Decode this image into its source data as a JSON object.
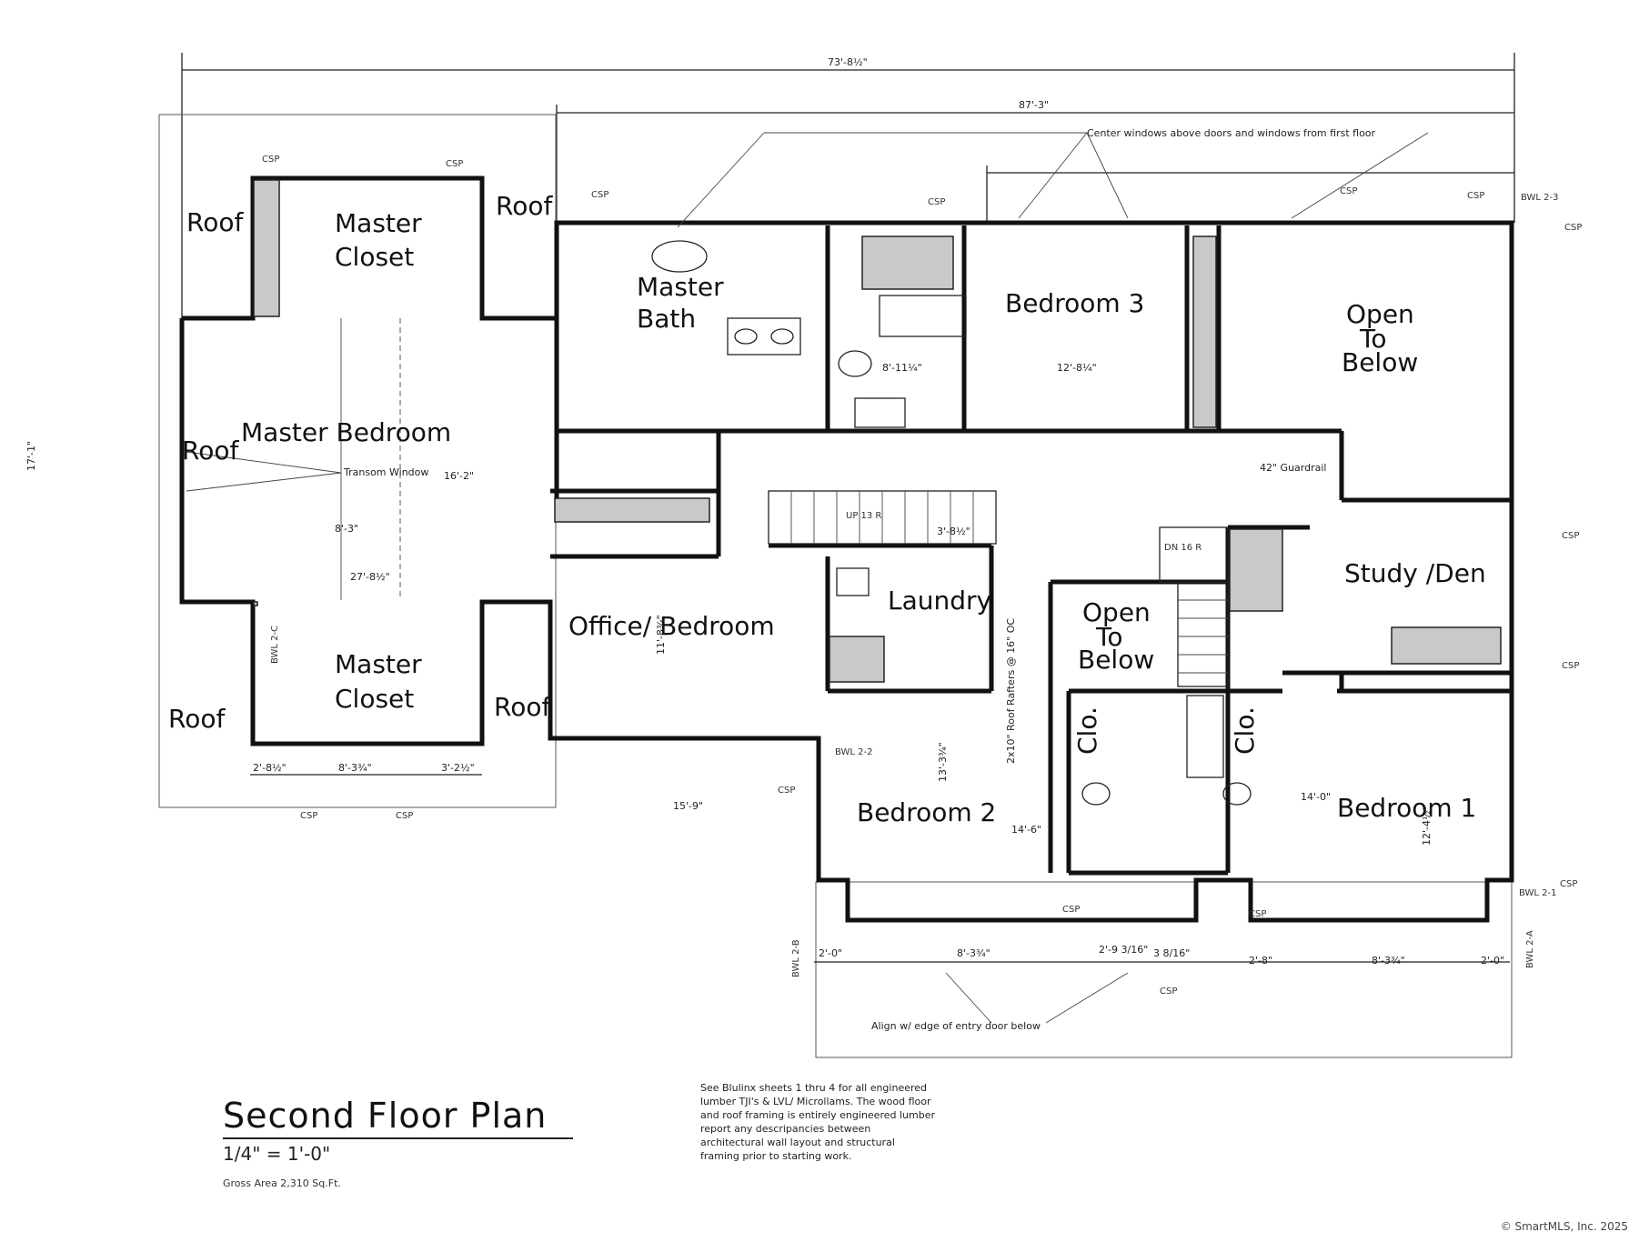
{
  "rooms": {
    "master_closet_top_1": "Master",
    "master_closet_top_2": "Closet",
    "master_bath_1": "Master",
    "master_bath_2": "Bath",
    "bedroom3": "Bedroom 3",
    "open_below_top_1": "Open",
    "open_below_top_2": "To",
    "open_below_top_3": "Below",
    "master_bedroom": "Master Bedroom",
    "office_bedroom": "Office/ Bedroom",
    "laundry": "Laundry",
    "open_below_mid_1": "Open",
    "open_below_mid_2": "To",
    "open_below_mid_3": "Below",
    "study_den": "Study /Den",
    "master_closet_bot_1": "Master",
    "master_closet_bot_2": "Closet",
    "bedroom2": "Bedroom 2",
    "bedroom1": "Bedroom 1",
    "clo_1": "Clo.",
    "clo_2": "Clo.",
    "roof": "Roof"
  },
  "dims": {
    "overall_width": "73'-8½\"",
    "upper_width": "87'-3\"",
    "left_height": "17'-1\"",
    "master_bed_width": "27'-8½\"",
    "master_bed_depth": "8'-3\"",
    "master_bed_h": "16'-2\"",
    "bedroom3_w": "12'-8¼\"",
    "office_d": "11'-8¾\"",
    "bed2_w": "14'-6\"",
    "bed2_d": "13'-3¾\"",
    "bed1_w": "14'-0\"",
    "bed1_d": "12'-4½\"",
    "bath_w": "8'-11¼\"",
    "stair_w": "3'-8½\"",
    "left_wing": "15'-9\"",
    "bot_1": "2'-0\"",
    "bot_2": "8'-3¾\"",
    "bot_3": "2'-9 3/16\"",
    "bot_4": "3 8/16\"",
    "bot_5": "2'-8\"",
    "bot_6": "8'-3¾\"",
    "bot_7": "2'-0\"",
    "closet_w": "8'-3¾\"",
    "closet_l": "2'-8½\"",
    "closet_r": "3'-2½\""
  },
  "labels": {
    "csp": "CSP",
    "guardrail": "42\" Guardrail",
    "transom": "Transom Window",
    "roof_rafters": "2x10\" Roof Rafters @ 16\" OC",
    "center_windows": "Center windows above doors and windows from first floor",
    "align": "Align w/ edge of entry door below",
    "bwl_23": "BWL 2-3",
    "bwl_22": "BWL 2-2",
    "bwl_21": "BWL 2-1",
    "bwl_2b": "BWL 2-B",
    "bwl_2a": "BWL 2-A",
    "bwl_2c": "BWL 2-C",
    "up": "UP 13 R",
    "dn": "DN 16 R"
  },
  "title": {
    "name": "Second Floor Plan",
    "scale": "1/4\" = 1'-0\"",
    "area": "Gross Area 2,310 Sq.Ft."
  },
  "notes": {
    "text": "See Blulinx sheets 1 thru 4 for all engineered lumber TJI's & LVL/ Microllams. The wood floor and roof framing is entirely engineered lumber report any descripancies between architectural wall layout and structural framing prior to starting work."
  },
  "copyright": "© SmartMLS, Inc. 2025"
}
